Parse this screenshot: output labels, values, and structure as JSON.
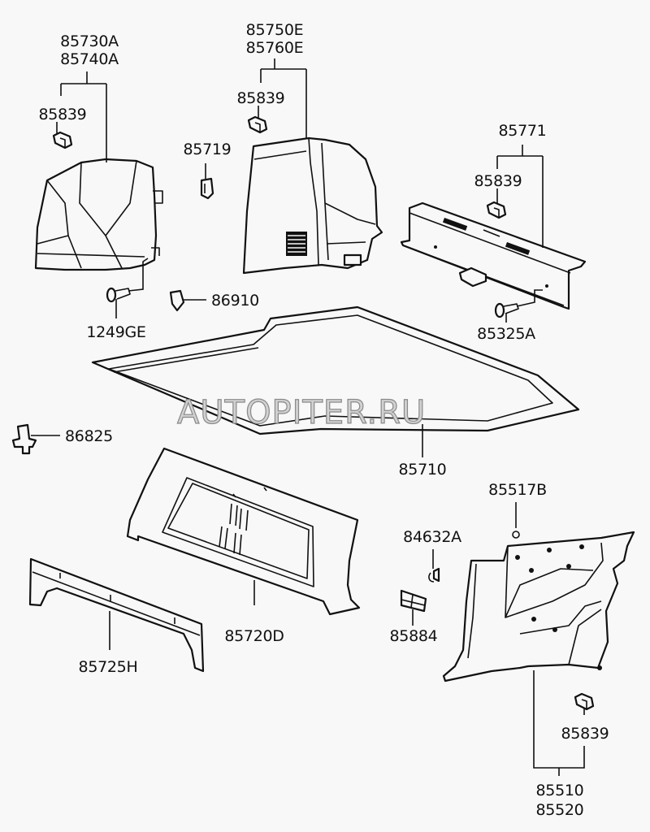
{
  "watermark": "AUTOPITER.RU",
  "labels": {
    "p85730A": "85730A",
    "p85740A": "85740A",
    "p85839_a": "85839",
    "p85750E": "85750E",
    "p85760E": "85760E",
    "p85839_b": "85839",
    "p85719": "85719",
    "p85771": "85771",
    "p85839_c": "85839",
    "p1249GE": "1249GE",
    "p86910": "86910",
    "p85325A": "85325A",
    "p86825": "86825",
    "p85710": "85710",
    "p85517B": "85517B",
    "p84632A": "84632A",
    "p85720D": "85720D",
    "p85725H": "85725H",
    "p85884": "85884",
    "p85839_d": "85839",
    "p85510": "85510",
    "p85520": "85520"
  }
}
